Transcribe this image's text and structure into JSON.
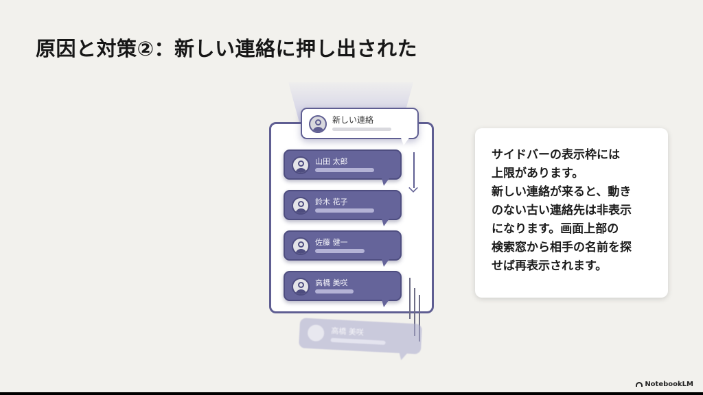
{
  "slide": {
    "title": "原因と対策②：新しい連絡に押し出された"
  },
  "illustration": {
    "new_contact": {
      "label": "新しい連絡",
      "icon": "avatar-icon"
    },
    "contacts": [
      {
        "name": "山田 太郎",
        "icon": "avatar-icon"
      },
      {
        "name": "鈴木 花子",
        "icon": "avatar-icon"
      },
      {
        "name": "佐藤 健一",
        "icon": "avatar-icon"
      },
      {
        "name": "高橋 美咲",
        "icon": "avatar-icon"
      }
    ],
    "pushed_out_contact": {
      "name": "高橋 美咲"
    },
    "arrow_icon": "arrow-down-icon"
  },
  "note": {
    "text": "サイドバーの表示枠には\n上限があります。\n新しい連絡が来ると、動き\nのない古い連絡先は非表示\nになります。画面上部の\n検索窓から相手の名前を探\nせば再表示されます。"
  },
  "footer": {
    "brand": "NotebookLM"
  },
  "colors": {
    "background": "#f2f1ed",
    "accent": "#65649a",
    "accent_dark": "#4e4d80",
    "frame": "#5f5e92"
  }
}
